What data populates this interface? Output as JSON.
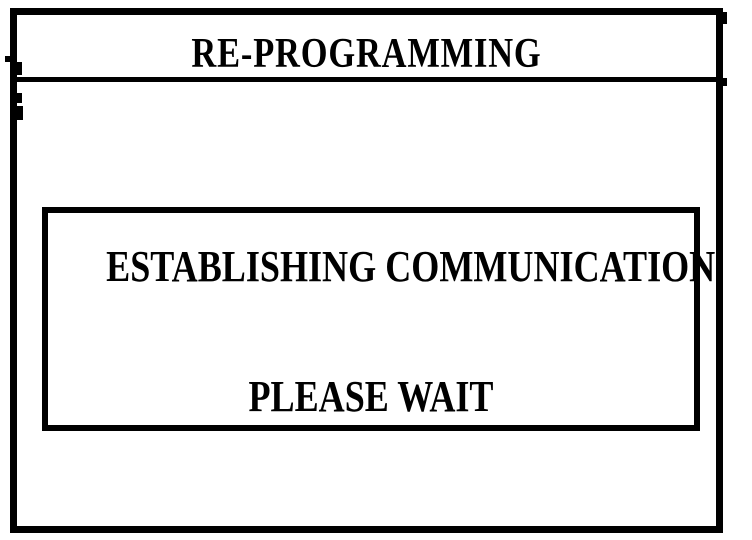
{
  "window": {
    "title": "RE-PROGRAMMING"
  },
  "message_box": {
    "line1": "ESTABLISHING COMMUNICATION",
    "line2": "PLEASE WAIT"
  },
  "colors": {
    "foreground": "#000000",
    "background": "#ffffff"
  }
}
